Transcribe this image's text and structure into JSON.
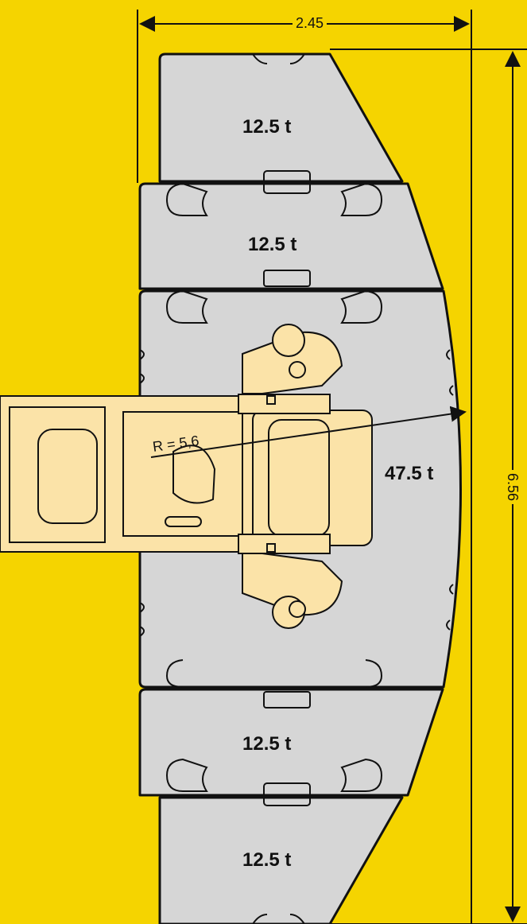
{
  "diagram": {
    "width_dimension": "2.45",
    "length_dimension": "6.56",
    "radius_label": "R = 5,6",
    "segments": [
      {
        "id": "seg-1",
        "weight": "12.5 t"
      },
      {
        "id": "seg-2",
        "weight": "12.5 t"
      },
      {
        "id": "seg-3",
        "weight": "47.5 t"
      },
      {
        "id": "seg-4",
        "weight": "12.5 t"
      },
      {
        "id": "seg-5",
        "weight": "12.5 t"
      }
    ]
  },
  "colors": {
    "background": "#f5d400",
    "plate": "#d6d6d6",
    "vehicle": "#fbe3a8",
    "outline": "#111111"
  }
}
